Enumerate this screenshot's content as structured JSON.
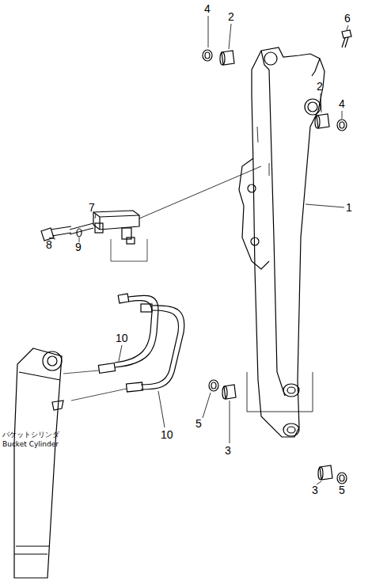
{
  "diagram": {
    "labels": [
      "4",
      "2",
      "6",
      "2",
      "4",
      "1",
      "7",
      "9",
      "8",
      "10",
      "10",
      "5",
      "3",
      "3",
      "5",
      "バケットシリンダ",
      "Bucket Cylinder"
    ]
  }
}
